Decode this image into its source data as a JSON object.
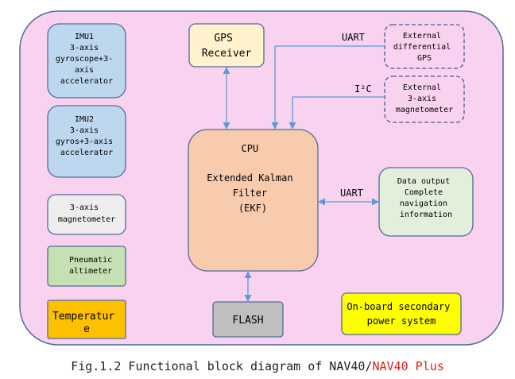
{
  "blocks": {
    "imu1": [
      "IMU1",
      "3-axis",
      "gyroscope+3-",
      "axis",
      "accelerator"
    ],
    "imu2": [
      "IMU2",
      "3-axis",
      "gyros+3-axis",
      "accelerator"
    ],
    "magnetometer": [
      "3-axis",
      "magnetometer"
    ],
    "altimeter": [
      "Pneumatic",
      "altimeter"
    ],
    "temperature": [
      "Temperatur",
      "e"
    ],
    "gps": [
      "GPS",
      "Receiver"
    ],
    "cpu": [
      "CPU",
      "Extended Kalman",
      "Filter",
      "(EKF)"
    ],
    "flash": [
      "FLASH"
    ],
    "ext_gps": [
      "External",
      "differential",
      "GPS"
    ],
    "ext_mag": [
      "External",
      "3-axis",
      "magnetometer"
    ],
    "data_output": [
      "Data output",
      "Complete",
      "navigation",
      "information"
    ],
    "power": [
      "On-board secondary",
      "power system"
    ]
  },
  "links": {
    "uart_top": "UART",
    "i2c": "I²C",
    "uart_right": "UART"
  },
  "caption": {
    "main": "Fig.1.2 Functional block diagram of NAV40/",
    "highlight": "NAV40 Plus"
  },
  "colors": {
    "board": "#f9d2f0",
    "imu": "#bdd7ee",
    "cpu": "#f8cbad",
    "gps": "#fff2cc",
    "altimeter": "#c5e0b3",
    "data_output": "#e2efda",
    "temperature": "#ffc000",
    "flash": "#bfbfbf",
    "power": "#ffff00",
    "magnetometer": "#ededed",
    "arrow": "#5b9bd5",
    "external_border": "#4a5a8c"
  }
}
